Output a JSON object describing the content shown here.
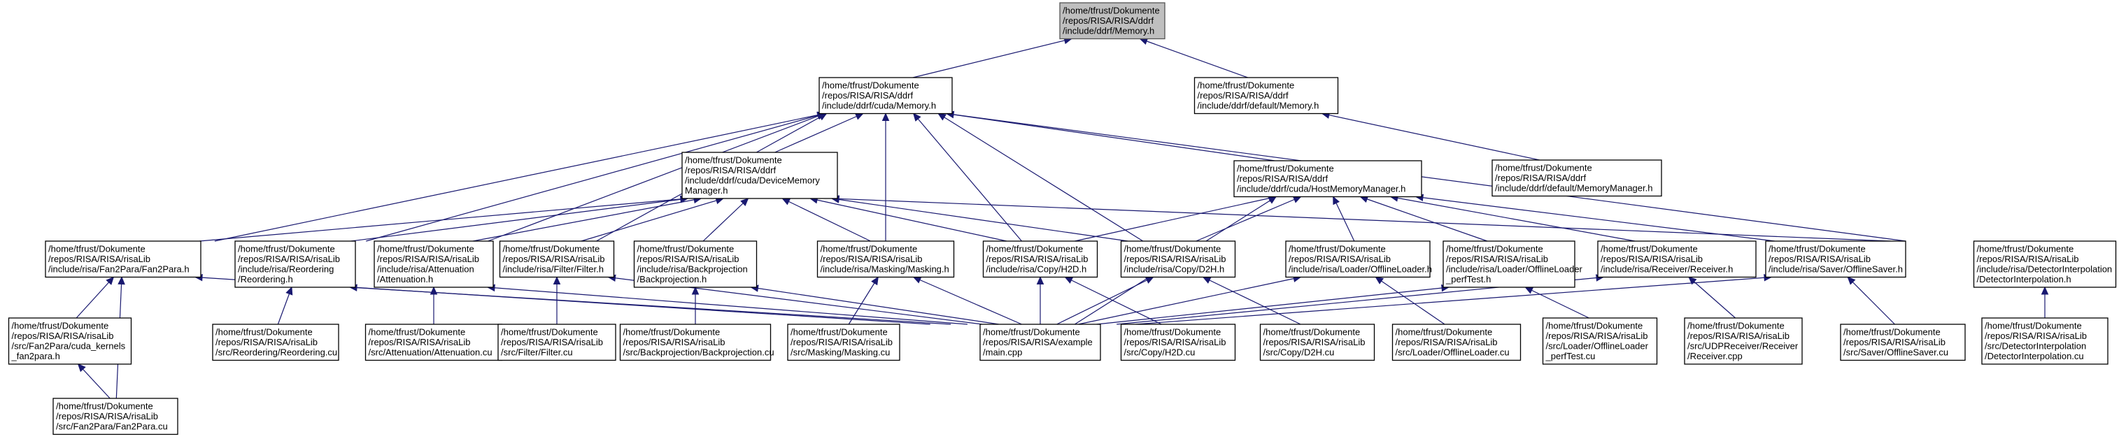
{
  "graph": {
    "nodes": [
      {
        "id": "n0",
        "lines": [
          "/home/tfrust/Dokumente",
          "/repos/RISA/RISA/ddrf",
          "/include/ddrf/Memory.h"
        ],
        "root": true
      },
      {
        "id": "n1",
        "lines": [
          "/home/tfrust/Dokumente",
          "/repos/RISA/RISA/ddrf",
          "/include/ddrf/cuda/Memory.h"
        ]
      },
      {
        "id": "n2",
        "lines": [
          "/home/tfrust/Dokumente",
          "/repos/RISA/RISA/ddrf",
          "/include/ddrf/default/Memory.h"
        ]
      },
      {
        "id": "n3",
        "lines": [
          "/home/tfrust/Dokumente",
          "/repos/RISA/RISA/ddrf",
          "/include/ddrf/default/MemoryManager.h"
        ]
      },
      {
        "id": "n4",
        "lines": [
          "/home/tfrust/Dokumente",
          "/repos/RISA/RISA/ddrf",
          "/include/ddrf/cuda/DeviceMemory",
          "Manager.h"
        ]
      },
      {
        "id": "n5",
        "lines": [
          "/home/tfrust/Dokumente",
          "/repos/RISA/RISA/ddrf",
          "/include/ddrf/cuda/HostMemoryManager.h"
        ]
      },
      {
        "id": "n6",
        "lines": [
          "/home/tfrust/Dokumente",
          "/repos/RISA/RISA/risaLib",
          "/include/risa/Fan2Para/Fan2Para.h"
        ]
      },
      {
        "id": "n7",
        "lines": [
          "/home/tfrust/Dokumente",
          "/repos/RISA/RISA/risaLib",
          "/include/risa/Reordering",
          "/Reordering.h"
        ]
      },
      {
        "id": "n8",
        "lines": [
          "/home/tfrust/Dokumente",
          "/repos/RISA/RISA/risaLib",
          "/include/risa/Attenuation",
          "/Attenuation.h"
        ]
      },
      {
        "id": "n9",
        "lines": [
          "/home/tfrust/Dokumente",
          "/repos/RISA/RISA/risaLib",
          "/include/risa/Filter/Filter.h"
        ]
      },
      {
        "id": "n10",
        "lines": [
          "/home/tfrust/Dokumente",
          "/repos/RISA/RISA/risaLib",
          "/include/risa/Backprojection",
          "/Backprojection.h"
        ]
      },
      {
        "id": "n11",
        "lines": [
          "/home/tfrust/Dokumente",
          "/repos/RISA/RISA/risaLib",
          "/include/risa/Masking/Masking.h"
        ]
      },
      {
        "id": "n12",
        "lines": [
          "/home/tfrust/Dokumente",
          "/repos/RISA/RISA/risaLib",
          "/include/risa/Copy/H2D.h"
        ]
      },
      {
        "id": "n13",
        "lines": [
          "/home/tfrust/Dokumente",
          "/repos/RISA/RISA/risaLib",
          "/include/risa/Copy/D2H.h"
        ]
      },
      {
        "id": "n14",
        "lines": [
          "/home/tfrust/Dokumente",
          "/repos/RISA/RISA/risaLib",
          "/include/risa/Loader/OfflineLoader.h"
        ]
      },
      {
        "id": "n15",
        "lines": [
          "/home/tfrust/Dokumente",
          "/repos/RISA/RISA/risaLib",
          "/include/risa/Loader/OfflineLoader",
          "_perfTest.h"
        ]
      },
      {
        "id": "n16",
        "lines": [
          "/home/tfrust/Dokumente",
          "/repos/RISA/RISA/risaLib",
          "/include/risa/Receiver/Receiver.h"
        ]
      },
      {
        "id": "n17",
        "lines": [
          "/home/tfrust/Dokumente",
          "/repos/RISA/RISA/risaLib",
          "/include/risa/Saver/OfflineSaver.h"
        ]
      },
      {
        "id": "n18",
        "lines": [
          "/home/tfrust/Dokumente",
          "/repos/RISA/RISA/risaLib",
          "/include/risa/DetectorInterpolation",
          "/DetectorInterpolation.h"
        ]
      },
      {
        "id": "n19",
        "lines": [
          "/home/tfrust/Dokumente",
          "/repos/RISA/RISA/risaLib",
          "/src/Fan2Para/cuda_kernels",
          "_fan2para.h"
        ]
      },
      {
        "id": "n20",
        "lines": [
          "/home/tfrust/Dokumente",
          "/repos/RISA/RISA/risaLib",
          "/src/Reordering/Reordering.cu"
        ]
      },
      {
        "id": "n21",
        "lines": [
          "/home/tfrust/Dokumente",
          "/repos/RISA/RISA/risaLib",
          "/src/Attenuation/Attenuation.cu"
        ]
      },
      {
        "id": "n22",
        "lines": [
          "/home/tfrust/Dokumente",
          "/repos/RISA/RISA/risaLib",
          "/src/Filter/Filter.cu"
        ]
      },
      {
        "id": "n23",
        "lines": [
          "/home/tfrust/Dokumente",
          "/repos/RISA/RISA/risaLib",
          "/src/Backprojection/Backprojection.cu"
        ]
      },
      {
        "id": "n24",
        "lines": [
          "/home/tfrust/Dokumente",
          "/repos/RISA/RISA/risaLib",
          "/src/Masking/Masking.cu"
        ]
      },
      {
        "id": "n25",
        "lines": [
          "/home/tfrust/Dokumente",
          "/repos/RISA/RISA/example",
          "/main.cpp"
        ]
      },
      {
        "id": "n26",
        "lines": [
          "/home/tfrust/Dokumente",
          "/repos/RISA/RISA/risaLib",
          "/src/Copy/H2D.cu"
        ]
      },
      {
        "id": "n27",
        "lines": [
          "/home/tfrust/Dokumente",
          "/repos/RISA/RISA/risaLib",
          "/src/Copy/D2H.cu"
        ]
      },
      {
        "id": "n28",
        "lines": [
          "/home/tfrust/Dokumente",
          "/repos/RISA/RISA/risaLib",
          "/src/Loader/OfflineLoader.cu"
        ]
      },
      {
        "id": "n29",
        "lines": [
          "/home/tfrust/Dokumente",
          "/repos/RISA/RISA/risaLib",
          "/src/Loader/OfflineLoader",
          "_perfTest.cu"
        ]
      },
      {
        "id": "n30",
        "lines": [
          "/home/tfrust/Dokumente",
          "/repos/RISA/RISA/risaLib",
          "/src/UDPReceiver/Receiver",
          "/Receiver.cpp"
        ]
      },
      {
        "id": "n31",
        "lines": [
          "/home/tfrust/Dokumente",
          "/repos/RISA/RISA/risaLib",
          "/src/Saver/OfflineSaver.cu"
        ]
      },
      {
        "id": "n32",
        "lines": [
          "/home/tfrust/Dokumente",
          "/repos/RISA/RISA/risaLib",
          "/src/DetectorInterpolation",
          "/DetectorInterpolation.cu"
        ]
      },
      {
        "id": "n33",
        "lines": [
          "/home/tfrust/Dokumente",
          "/repos/RISA/RISA/risaLib",
          "/src/Fan2Para/Fan2Para.cu"
        ]
      }
    ],
    "edges": [
      {
        "from": "n1",
        "to": "n0"
      },
      {
        "from": "n2",
        "to": "n0"
      },
      {
        "from": "n3",
        "to": "n2"
      },
      {
        "from": "n4",
        "to": "n1"
      },
      {
        "from": "n5",
        "to": "n1"
      },
      {
        "from": "n6",
        "to": "n1"
      },
      {
        "from": "n7",
        "to": "n1"
      },
      {
        "from": "n8",
        "to": "n1"
      },
      {
        "from": "n9",
        "to": "n1"
      },
      {
        "from": "n11",
        "to": "n1"
      },
      {
        "from": "n12",
        "to": "n1"
      },
      {
        "from": "n13",
        "to": "n1"
      },
      {
        "from": "n18",
        "to": "n1"
      },
      {
        "from": "n6",
        "to": "n4"
      },
      {
        "from": "n7",
        "to": "n4"
      },
      {
        "from": "n8",
        "to": "n4"
      },
      {
        "from": "n9",
        "to": "n4"
      },
      {
        "from": "n10",
        "to": "n4"
      },
      {
        "from": "n11",
        "to": "n4"
      },
      {
        "from": "n12",
        "to": "n4"
      },
      {
        "from": "n13",
        "to": "n4"
      },
      {
        "from": "n18",
        "to": "n4"
      },
      {
        "from": "n12",
        "to": "n5"
      },
      {
        "from": "n13",
        "to": "n5"
      },
      {
        "from": "n14",
        "to": "n5"
      },
      {
        "from": "n15",
        "to": "n5"
      },
      {
        "from": "n16",
        "to": "n5"
      },
      {
        "from": "n17",
        "to": "n5"
      },
      {
        "from": "n25",
        "to": "n5"
      },
      {
        "from": "n19",
        "to": "n6"
      },
      {
        "from": "n33",
        "to": "n6"
      },
      {
        "from": "n33",
        "to": "n19"
      },
      {
        "from": "n25",
        "to": "n6"
      },
      {
        "from": "n20",
        "to": "n7"
      },
      {
        "from": "n25",
        "to": "n7"
      },
      {
        "from": "n21",
        "to": "n8"
      },
      {
        "from": "n25",
        "to": "n8"
      },
      {
        "from": "n22",
        "to": "n9"
      },
      {
        "from": "n25",
        "to": "n9"
      },
      {
        "from": "n23",
        "to": "n10"
      },
      {
        "from": "n25",
        "to": "n10"
      },
      {
        "from": "n24",
        "to": "n11"
      },
      {
        "from": "n25",
        "to": "n11"
      },
      {
        "from": "n26",
        "to": "n12"
      },
      {
        "from": "n25",
        "to": "n12"
      },
      {
        "from": "n27",
        "to": "n13"
      },
      {
        "from": "n25",
        "to": "n13"
      },
      {
        "from": "n28",
        "to": "n14"
      },
      {
        "from": "n25",
        "to": "n14"
      },
      {
        "from": "n29",
        "to": "n15"
      },
      {
        "from": "n25",
        "to": "n15"
      },
      {
        "from": "n30",
        "to": "n16"
      },
      {
        "from": "n25",
        "to": "n16"
      },
      {
        "from": "n31",
        "to": "n17"
      },
      {
        "from": "n25",
        "to": "n17"
      },
      {
        "from": "n32",
        "to": "n18"
      }
    ]
  }
}
